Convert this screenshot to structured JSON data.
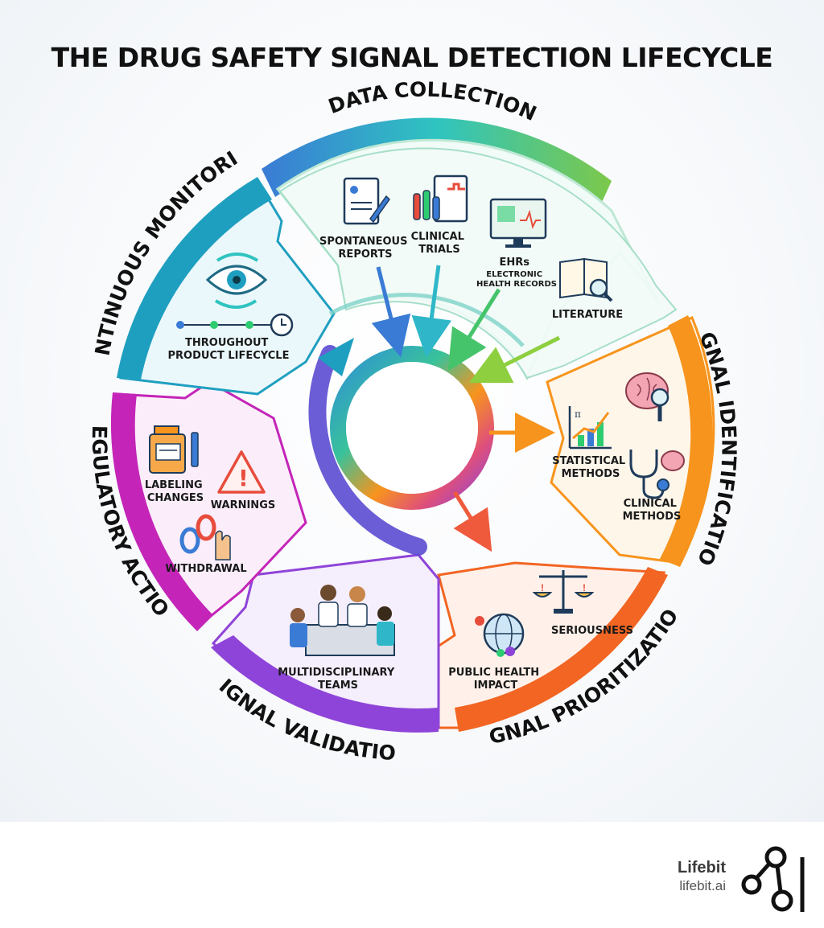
{
  "title": "THE DRUG SAFETY SIGNAL DETECTION LIFECYCLE",
  "stages": {
    "data_collection": {
      "label": "DATA COLLECTION",
      "items": {
        "spontaneous_reports": [
          "SPONTANEOUS",
          "REPORTS"
        ],
        "clinical_trials": [
          "CLINICAL",
          "TRIALS"
        ],
        "ehrs": [
          "EHRs",
          "ELECTRONIC",
          "HEALTH RECORDS"
        ],
        "literature": "LITERATURE"
      }
    },
    "signal_identification": {
      "label": "SIGNAL IDENTIFICATION",
      "items": {
        "statistical_methods": [
          "STATISTICAL",
          "METHODS"
        ],
        "clinical_methods": [
          "CLINICAL",
          "METHODS"
        ]
      }
    },
    "signal_prioritization": {
      "label": "SIGNAL PRIORITIZATION",
      "items": {
        "seriousness": "SERIOUSNESS",
        "public_health_impact": [
          "PUBLIC HEALTH",
          "IMPACT"
        ]
      }
    },
    "signal_validation": {
      "label": "SIGNAL VALIDATION",
      "items": {
        "multidisciplinary_teams": [
          "MULTIDISCIPLINARY",
          "TEAMS"
        ]
      }
    },
    "regulatory_action": {
      "label": "REGULATORY ACTION",
      "items": {
        "labeling_changes": [
          "LABELING",
          "CHANGES"
        ],
        "warnings": "WARNINGS",
        "withdrawal": "WITHDRAWAL"
      }
    },
    "continuous_monitoring": {
      "label": "CONTINUOUS MONITORING",
      "items": {
        "throughout_lifecycle": [
          "THROUGHOUT",
          "PRODUCT LIFECYCLE"
        ]
      }
    }
  },
  "colors": {
    "data_collection": "#2fb7c9",
    "signal_identification": "#f7941d",
    "signal_prioritization": "#f26522",
    "signal_validation": "#8e44d8",
    "regulatory_action": "#c425b8",
    "continuous_monitoring": "#1f9fc0"
  },
  "footer": {
    "brand": "Lifebit",
    "url": "lifebit.ai"
  }
}
